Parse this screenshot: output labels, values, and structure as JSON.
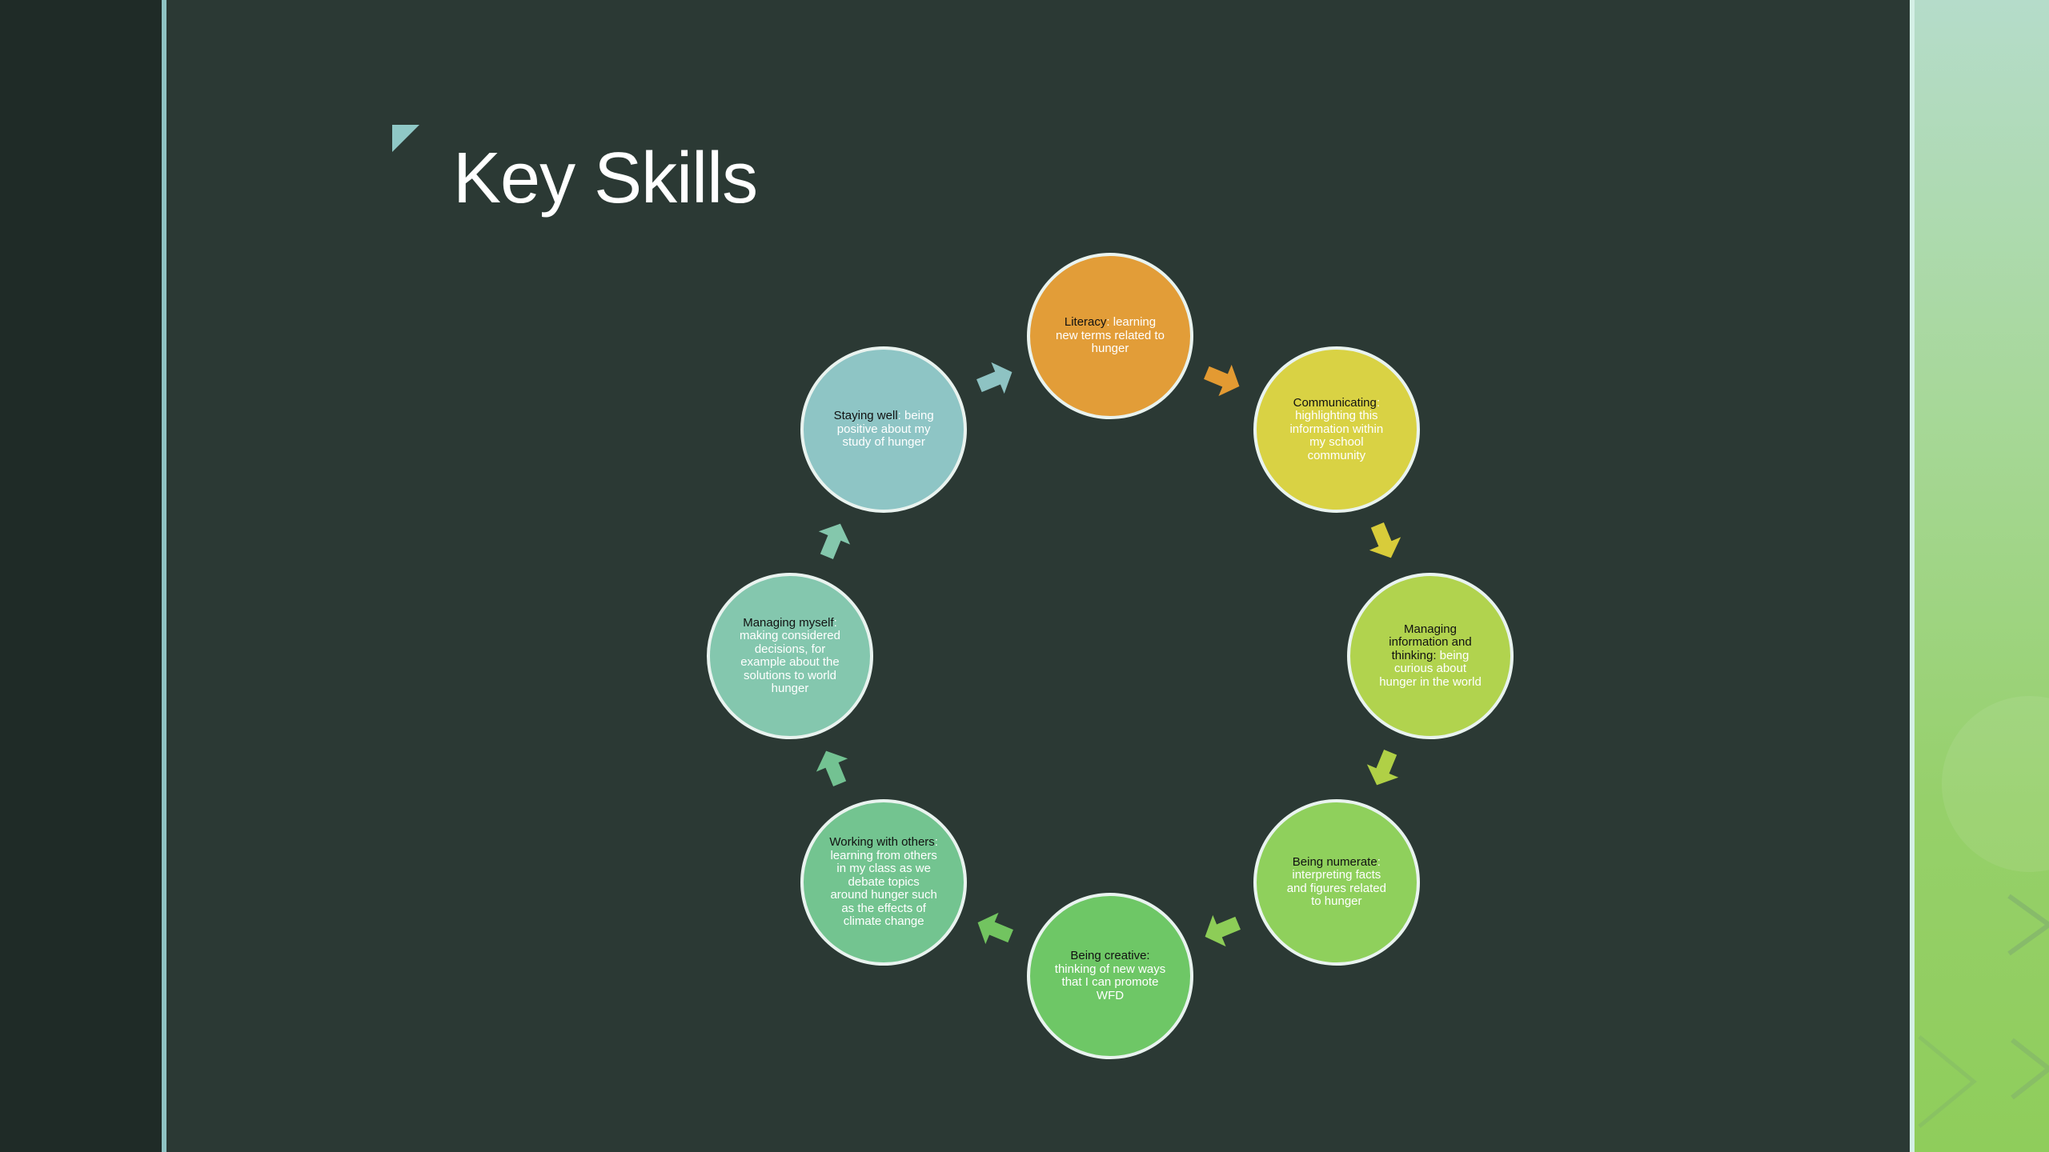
{
  "slide": {
    "title": "Key Skills"
  },
  "cycle": {
    "nodes": [
      {
        "term": "Literacy",
        "rest": ": learning new terms related to hunger",
        "color": "#e29d38"
      },
      {
        "term": "Communicating",
        "rest": ": highlighting this information within my school community",
        "color": "#d9d244"
      },
      {
        "term": "Managing information and thinking:",
        "rest": " being curious about hunger in the world",
        "color": "#b1d34e"
      },
      {
        "term": "Being numerate",
        "rest": ": interpreting facts and figures related to hunger",
        "color": "#8fd05c"
      },
      {
        "term": "Being creative:",
        "rest": " thinking of new ways that I can promote WFD",
        "color": "#6ec766"
      },
      {
        "term": "Working with others",
        "rest": ": learning from others in my class as we debate topics around hunger such as the effects of climate change",
        "color": "#73c490"
      },
      {
        "term": "Managing myself",
        "rest": ": making considered decisions, for example about the solutions to world hunger",
        "color": "#84c7ae"
      },
      {
        "term": "Staying well",
        "rest": ": being positive about my study of hunger",
        "color": "#8ec5c5"
      }
    ],
    "arrow_colors": [
      "#e39a32",
      "#d8cc3a",
      "#b0d046",
      "#8dcd57",
      "#72c460",
      "#73c292",
      "#84c7ac",
      "#8ec3c3"
    ]
  }
}
